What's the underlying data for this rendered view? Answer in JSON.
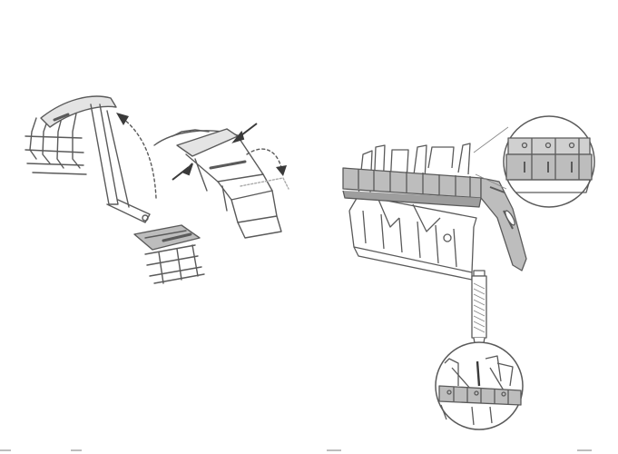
{
  "page": {
    "background": "#ffffff",
    "line_color": "#5a5a5a",
    "fill_gray": "#bdbdbd",
    "fill_light": "#e4e4e4"
  },
  "figures": [
    {
      "name": "clasp-opening-illustration",
      "icons": [
        "bracelet-clasp-icon",
        "press-button-arrow-icon",
        "curved-arrow-icon"
      ]
    },
    {
      "name": "bracelet-holder-illustration",
      "icons": [
        "link-holder-block-icon",
        "magnifier-detail-icon"
      ]
    },
    {
      "name": "pin-pusher-illustration",
      "icons": [
        "pin-pusher-tool-icon",
        "magnifier-detail-icon"
      ]
    }
  ]
}
